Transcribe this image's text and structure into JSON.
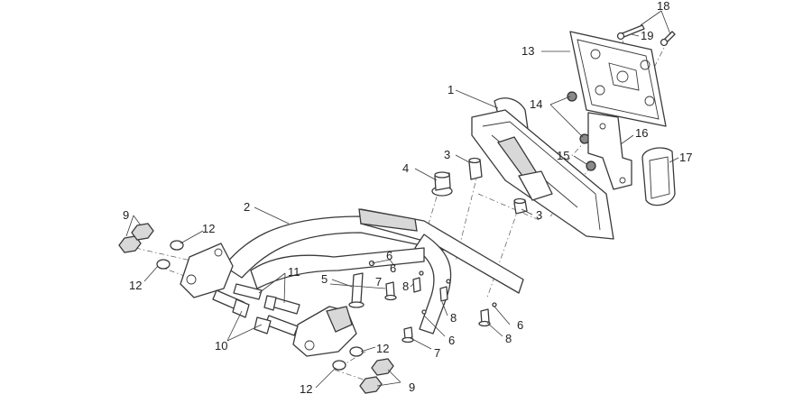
{
  "callouts": {
    "c1": "1",
    "c2": "2",
    "c3a": "3",
    "c3b": "3",
    "c4": "4",
    "c5": "5",
    "c6a": "6",
    "c6b": "6",
    "c6c": "6",
    "c6d": "6",
    "c7a": "7",
    "c7b": "7",
    "c8a": "8",
    "c8b": "8",
    "c8c": "8",
    "c9a": "9",
    "c9b": "9",
    "c10": "10",
    "c11": "11",
    "c12a": "12",
    "c12b": "12",
    "c12c": "12",
    "c12d": "12",
    "c13": "13",
    "c14": "14",
    "c15": "15",
    "c16": "16",
    "c17": "17",
    "c18": "18",
    "c19": "19"
  }
}
